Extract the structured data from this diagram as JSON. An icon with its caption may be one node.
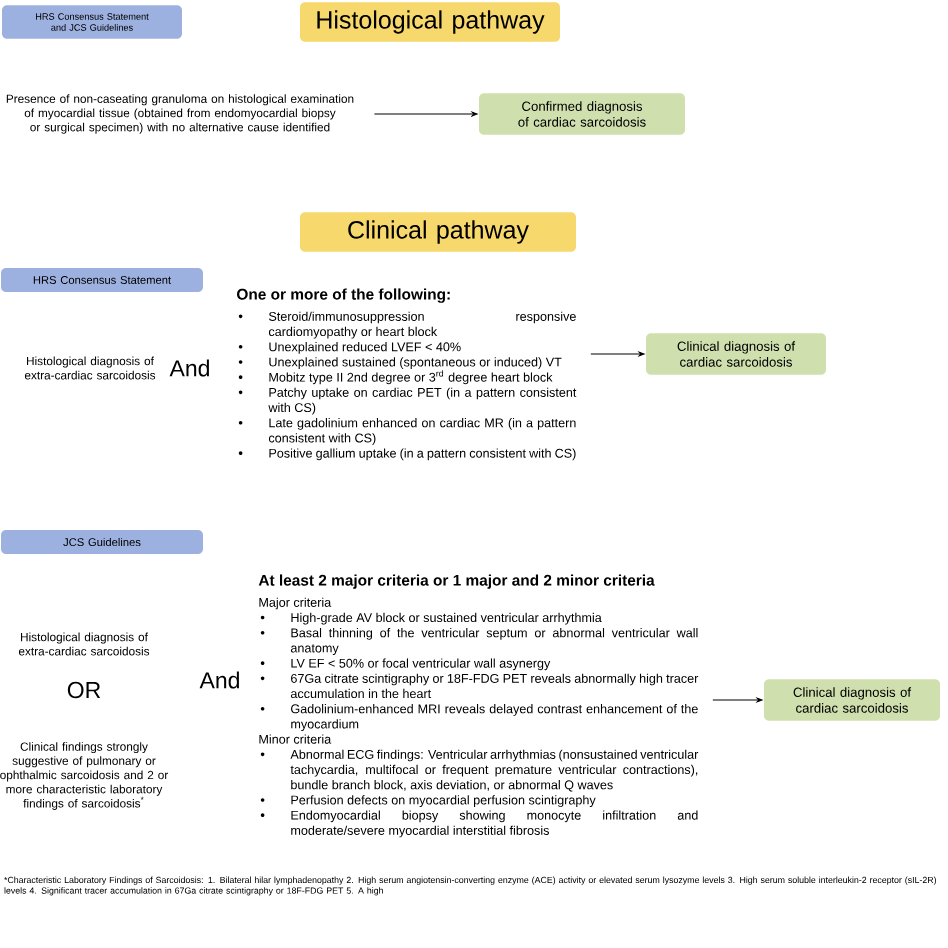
{
  "diagram": {
    "nodes": [
      {
        "text": [
          "HRS Consensus Statement and JCS Guidelines"
        ]
      },
      {
        "text": [
          "Histological pathway"
        ]
      },
      {
        "text": [
          "Presence of non-caseating granuloma on histological examination of myocardial tissue (obtained from endomyocardial biopsy or surgical specimen) with no alternative cause identified"
        ]
      },
      {
        "text": [
          "Confirmed diagnosis of cardiac sarcoidosis"
        ]
      },
      {
        "text": [
          "Clinical pathway"
        ]
      },
      {
        "text": [
          "HRS Consensus Statement"
        ]
      },
      {
        "text": [
          "One or more of the following:",
          "Steroid/immunosuppression responsive cardiomyopathy or heart block",
          "Unexplained reduced LVEF < 40%",
          "Unexplained sustained (spontaneous or induced) VT",
          "Mobitz type II 2nd degree or 3$^{rd}$ degree heart block",
          "Patchy uptake on cardiac PET (in a pattern consistent with CS)",
          "Late gadolinium enhanced on cardiac MR (in a pattern consistent with CS)",
          "Positive gallium uptake (in a pattern consistent with CS)"
        ]
      },
      {
        "text": [
          "Clinical diagnosis of cardiac sarcoidosis"
        ]
      },
      {
        "text": [
          "JCS Guidelines"
        ]
      },
      {
        "text": [
          "At least 2 major criteria or 1 major and 2 minor criteria",
          "Major criteria",
          "High-grade AV block or sustained ventricular arrhythmia",
          "Basal thinning of the ventricular septum or abnormal ventricular wall anatomy",
          "LV EF < 50% or focal ventricular wall asynergy",
          "67Ga citrate scintigraphy or 18F-FDG PET reveals abnormally high tracer accumulation in the heart",
          "Gadolinium-enhanced MRI reveals delayed contrast enhancement of the myocardium",
          "Minor criteria",
          "Abnormal ECG findings: Ventricular arrhythmias (nonsustained ventricular tachycardia, multifocal or frequent premature ventricular contractions), bundle branch block, axis deviation, or abnormal Q waves",
          "Perfusion defects on myocardial perfusion scintigraphy",
          "Endomyocardial biopsy showing monocyte infiltration and moderate/severe myocardial interstitial fibrosis"
        ]
      },
      {
        "text": [
          "Clinical diagnosis of cardiac sarcoidosis"
        ]
      }
    ],
    "edges": [
      {
        "from": 2,
        "to": 3,
        "arrow": "to"
      },
      {
        "from": 6,
        "to": 7,
        "arrow": "to"
      },
      {
        "from": 9,
        "to": 10,
        "arrow": "to"
      }
    ],
    "labels": [
      "Histological diagnosis of extra-cardiac sarcoidosis",
      "And",
      "Histological diagnosis of extra-cardiac sarcoidosis",
      "OR",
      "And",
      "Clinical findings strongly suggestive of pulmonary or ophthalmic sarcoidosis and 2 or more characteristic laboratory findings of sarcoidosis$^{*}$",
      "*Characteristic Laboratory Findings of Sarcoidosis: 1. Bilateral hilar lymphadenopathy 2. High serum angiotensin-converting enzyme (ACE) activity or elevated serum lysozyme levels 3. High serum soluble interleukin-2 receptor (sIL-2R) levels 4. Significant tracer accumulation in 67Ga citrate scintigraphy or 18F-FDG PET 5. A high"
    ]
  }
}
